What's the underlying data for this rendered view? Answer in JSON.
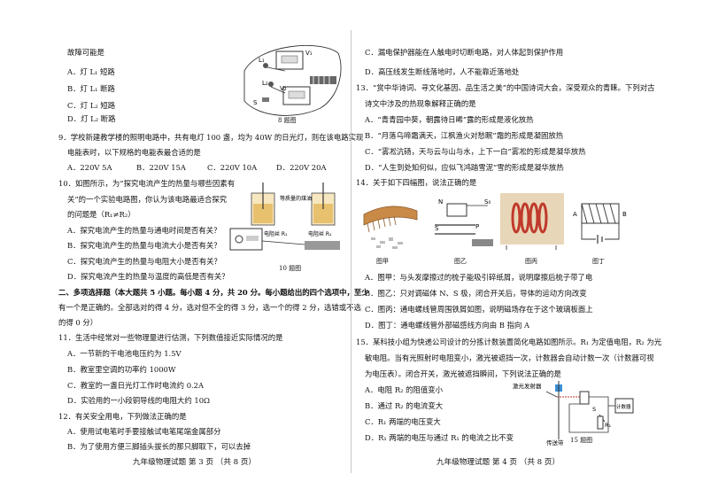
{
  "left": {
    "q8": {
      "stem_tail": "故障可能是",
      "options": [
        "A．灯 L₁ 短路",
        "B．灯 L₁ 断路",
        "C．灯 L₂ 短路",
        "D．灯 L₂ 断路"
      ],
      "figure_caption": "8 题图",
      "fig_labels": [
        "V₁",
        "L₁",
        "L₂",
        "V₂",
        "S"
      ]
    },
    "q9": {
      "stem1": "9．学校新建教学楼的照明电路中，共有电灯 100 盏，均为 40W 的日光灯，则在该电路实现",
      "stem2": "电能表时，以下规格的电能表最合适的是",
      "options": [
        "A．220V 5A",
        "B．220V 15A",
        "C．220V 10A",
        "D．220V 20A"
      ]
    },
    "q10": {
      "stem1": "10．如图所示，为“探究电流产生的热量与哪些因素有",
      "stem2": "关”的一个实验电路图，你认为该电路最适合探究",
      "stem3": "的问题是（R₁≠R₂）",
      "options": [
        "A．探究电流产生的热量与通电时间是否有关？",
        "B．探究电流产生的热量与电流大小是否有关？",
        "C．探究电流产生的热量与电阻大小是否有关？",
        "D．探究电流产生的热量与温度的高低是否有关？"
      ],
      "figure_caption": "10 题图",
      "fig_labels": [
        "等质量的煤油",
        "电阻丝 R₁",
        "电阻丝 R₂"
      ]
    },
    "section2": {
      "line1": "二、多项选择题（本大题共 5 小题。每小题 4 分，共 20 分。每小题给出的四个选项中，至少",
      "line2": "有一个是正确的。全部选对的得 4 分，选对但不全的得 3 分，选一个的得 2 分，选错或不选",
      "line3": "的得 0 分）"
    },
    "q11": {
      "stem": "11．生活中经常对一些物理量进行估测，下列数值接近实际情况的是",
      "options": [
        "A．一节新的干电池电压约为 1.5V",
        "B．教室里空调的功率约 1000W",
        "C．教室的一盏日光灯工作时电流约 0.2A",
        "D．实验用的一小段铜导线的电阻大约 10Ω"
      ]
    },
    "q12": {
      "stem": "12．有关安全用电，下列做法正确的是",
      "options": [
        "A．使用试电笔时手要接触试电笔尾端金属部分",
        "B．为了使用方便三脚插头拔长的那只脚取下，可以去掉"
      ]
    },
    "footer": "九年级物理试题  第 3 页  （共 8 页）"
  },
  "right": {
    "q12_cont": {
      "options": [
        "C．漏电保护器能在人触电时切断电路，对人体起到保护作用",
        "D．高压线发生断线落地时，人不能靠近落地处"
      ]
    },
    "q13": {
      "stem1": "13．“赏中华诗词、寻文化基因、品生活之美”的中国诗词大会，深受观众的青睐。下列对古",
      "stem2": "诗文中涉及的热现象解释正确的是",
      "options": [
        "A．“青青园中葵，朝露待日晞”露的形成是液化放热",
        "B．“月落乌啼霜满天，江枫渔火对愁眠”霜的形成是凝固放热",
        "C．“雾凇沆砀，天与云与山与水，上下一白”雾凇的形成是凝华放热",
        "D．“人生到处知何似，应似飞鸿踏雪泥”雪的形成是凝华放热"
      ]
    },
    "q14": {
      "stem": "14．关于如下四幅图，说法正确的是",
      "captions": [
        "图甲",
        "图乙",
        "图丙",
        "图丁"
      ],
      "fig_labels": [
        "N",
        "S",
        "S₀",
        "P",
        "A",
        "B",
        "I"
      ],
      "options": [
        "A．图甲：与头发摩擦过的梳子能吸引碎纸屑，说明摩擦后梳子带了电",
        "B．图乙：只对调磁体 N、S 极，闭合开关后，导体的运动方向改变",
        "C．图丙：通电螺线管周围铁屑如图，说明磁场存在于这个玻璃板面上",
        "D．图丁：通电螺线管外部磁感线方向由 B 指向 A"
      ]
    },
    "q15": {
      "stem1": "15．某科技小组为快递公司设计的分拣计数装置简化电路如图所示。R₁ 为定值电阻，R₂ 为光",
      "stem2": "敏电阻。当有光照射时电阻变小，激光被遮挡一次，计数器会自动计数一次（计数器可视",
      "stem3": "为电压表）。闭合开关，激光被遮挡瞬间，下列说法正确的是",
      "options": [
        "A．电阻 R₂ 的阻值变小",
        "B．通过 R₂ 的电流变大",
        "C．R₁ 两端的电压变大",
        "D．R₁ 两端的电压与通过 R₁ 的电流之比不变"
      ],
      "fig_labels": [
        "激光发射器",
        "传送带",
        "计数器",
        "S",
        "R₁"
      ],
      "figure_caption": "15 题图"
    },
    "footer": "九年级物理试题  第 4 页  （共 8 页）"
  }
}
